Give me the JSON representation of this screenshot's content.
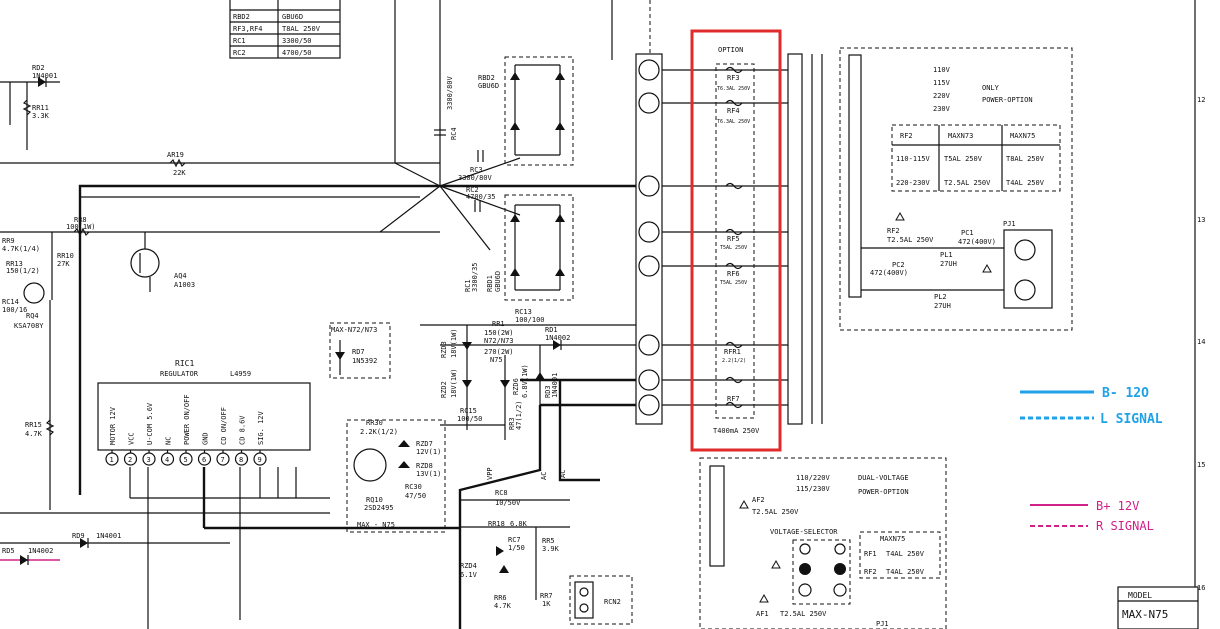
{
  "title_block": {
    "model_label": "MODEL",
    "model_value": "MAX-N75"
  },
  "parts_table": {
    "rows": [
      {
        "ref": "RBD2",
        "value": "GBU6D"
      },
      {
        "ref": "RF3,RF4",
        "value": "T8AL 250V"
      },
      {
        "ref": "RC1",
        "value": "3300/50"
      },
      {
        "ref": "RC2",
        "value": "4700/50"
      }
    ]
  },
  "left_parts": {
    "rd2": "RD2",
    "rd2_val": "1N4001",
    "rr11": "RR11",
    "rr11_val": "3.3K",
    "ar19": "AR19",
    "ar19_val": "22K",
    "rr8": "RR8",
    "rr8_val": "100(1W)",
    "rr9": "RR9",
    "rr9_val": "4.7K(1/4)",
    "rr13": "RR13",
    "rr13_val": "150(1/2)",
    "rr10": "RR10",
    "rr10_val": "27K",
    "rc14": "RC14",
    "rc14_val": "100/16",
    "rq4": "RQ4",
    "rq4_val": "KSA708Y",
    "aq4": "AQ4",
    "aq4_val": "A1003",
    "rr15": "RR15",
    "rr15_val": "4.7K",
    "rd9": "RD9",
    "rd9_val": "1N4001",
    "rd5": "RD5",
    "rd5_val": "1N4002"
  },
  "ric1": {
    "ref": "RIC1",
    "name": "REGULATOR",
    "part": "L4959",
    "pins": [
      {
        "num": "1",
        "label": "MOTOR 12V"
      },
      {
        "num": "2",
        "label": "VCC"
      },
      {
        "num": "3",
        "label": "U-COM 5.6V"
      },
      {
        "num": "4",
        "label": "NC"
      },
      {
        "num": "5",
        "label": "POWER ON/OFF"
      },
      {
        "num": "6",
        "label": "GND"
      },
      {
        "num": "7",
        "label": "CD ON/OFF"
      },
      {
        "num": "8",
        "label": "CD 8.6V"
      },
      {
        "num": "9",
        "label": "SIG. 12V"
      }
    ]
  },
  "center_parts": {
    "rc2_label": "3300/80V",
    "rc4": "RC4",
    "rbd2": "RBD2",
    "rbd2_val": "GBU6D",
    "rc3": "RC3",
    "rc3_val": "3300/80V",
    "rc2": "RC2",
    "rc2_val": "4700/35",
    "rc1": "RC1",
    "rc1_val": "3300/35",
    "rbd1": "RBD1",
    "rbd1_val": "GBU6D",
    "rc13": "RC13",
    "rc13_val": "100/100",
    "rd1": "RD1",
    "rd1_val": "1N4002",
    "rr1": "RR1",
    "rr1_val": "150(2W)",
    "rr1_note": "N72/N73",
    "rr1_val2": "270(2W)",
    "rr1_note2": "N75",
    "rzd3": "RZD3",
    "rzd3_val": "18V(1W)",
    "rzd2": "RZD2",
    "rzd2_val": "18V(1W)",
    "rzd6": "RZD6",
    "rzd6_val": "6.8V(1W)",
    "rd3": "RD3",
    "rd3_val": "1N4001",
    "rr3": "RR3",
    "rr3_val": "47(1/2)",
    "rc15": "RC15",
    "rc15_val": "100/50",
    "max_n72": "MAX-N72/N73",
    "rd7": "RD7",
    "rd7_val": "1N5392",
    "rr30": "RR30",
    "rr30_val": "2.2K(1/2)",
    "rzd7": "RZD7",
    "rzd7_val": "12V(1)",
    "rzd8": "RZD8",
    "rzd8_val": "13V(1)",
    "rc30": "RC30",
    "rc30_val": "47/50",
    "rq10": "RQ10",
    "rq10_val": "2SD2495",
    "max_n75": "MAX - N75",
    "vpp": "VPP",
    "ac1": "AC",
    "ac2": "AC",
    "rc8": "RC8",
    "rc8_val": "10/50V",
    "rr18": "RR18",
    "rr18_val": "6.8K",
    "rc7": "RC7",
    "rc7_val": "1/50",
    "rr5": "RR5",
    "rr5_val": "3.9K",
    "rzd4": "RZD4",
    "rzd4_val": "6.1V",
    "rr6": "RR6",
    "rr6_val": "4.7K",
    "rr7": "RR7",
    "rr7_val": "1K",
    "rcn2": "RCN2"
  },
  "option_box": {
    "title": "OPTION",
    "rf3": "RF3",
    "rf3_val": "T6.3AL 250V",
    "rf4": "RF4",
    "rf4_val": "T6.3AL 250V",
    "rf5": "RF5",
    "rf5_val": "T5AL 250V",
    "rf6": "RF6",
    "rf6_val": "T5AL 250V",
    "rfr1": "RFR1",
    "rfr1_val": "2.2(1/2)",
    "rf7": "RF7",
    "rf7_val": "T400mA 250V"
  },
  "power_option": {
    "voltages": [
      "110V",
      "115V",
      "220V",
      "230V"
    ],
    "only": "ONLY",
    "note": "POWER-OPTION",
    "table_head": [
      "RF2",
      "MAXN73",
      "MAXN75"
    ],
    "table_rows": [
      [
        "110-115V",
        "T5AL 250V",
        "T8AL 250V"
      ],
      [
        "220-230V",
        "T2.5AL 250V",
        "T4AL 250V"
      ]
    ],
    "rf2": "RF2",
    "rf2_val": "T2.5AL 250V",
    "pc1": "PC1",
    "pc1_val": "472(400V)",
    "pl1": "PL1",
    "pl1_val": "27UH",
    "pc2": "PC2",
    "pc2_val": "472(400V)",
    "pl2": "PL2",
    "pl2_val": "27UH",
    "pj1": "PJ1"
  },
  "dual_voltage": {
    "voltages": [
      "110/220V",
      "115/230V"
    ],
    "title": "DUAL-VOLTAGE",
    "subtitle": "POWER-OPTION",
    "af2": "AF2",
    "af2_val": "T2.5AL 250V",
    "selector": "VOLTAGE-SELECTOR",
    "table_head": "MAXN75",
    "rows": [
      [
        "RF1",
        "T4AL 250V"
      ],
      [
        "RF2",
        "T4AL 250V"
      ]
    ],
    "af1": "AF1",
    "af1_val": "T2.5AL 250V",
    "pj1": "PJ1"
  },
  "legend": [
    {
      "label": "B- 12O",
      "color": "#1fa2e8",
      "style": "solid"
    },
    {
      "label": "L SIGNAL",
      "color": "#1fa2e8",
      "style": "dashed"
    },
    {
      "label": "B+ 12V",
      "color": "#d0208a",
      "style": "solid"
    },
    {
      "label": "R SIGNAL",
      "color": "#d0208a",
      "style": "dashed"
    }
  ],
  "grid_numbers": [
    "12",
    "13",
    "14",
    "15",
    "16"
  ],
  "highlight_color": "#e02b2b"
}
